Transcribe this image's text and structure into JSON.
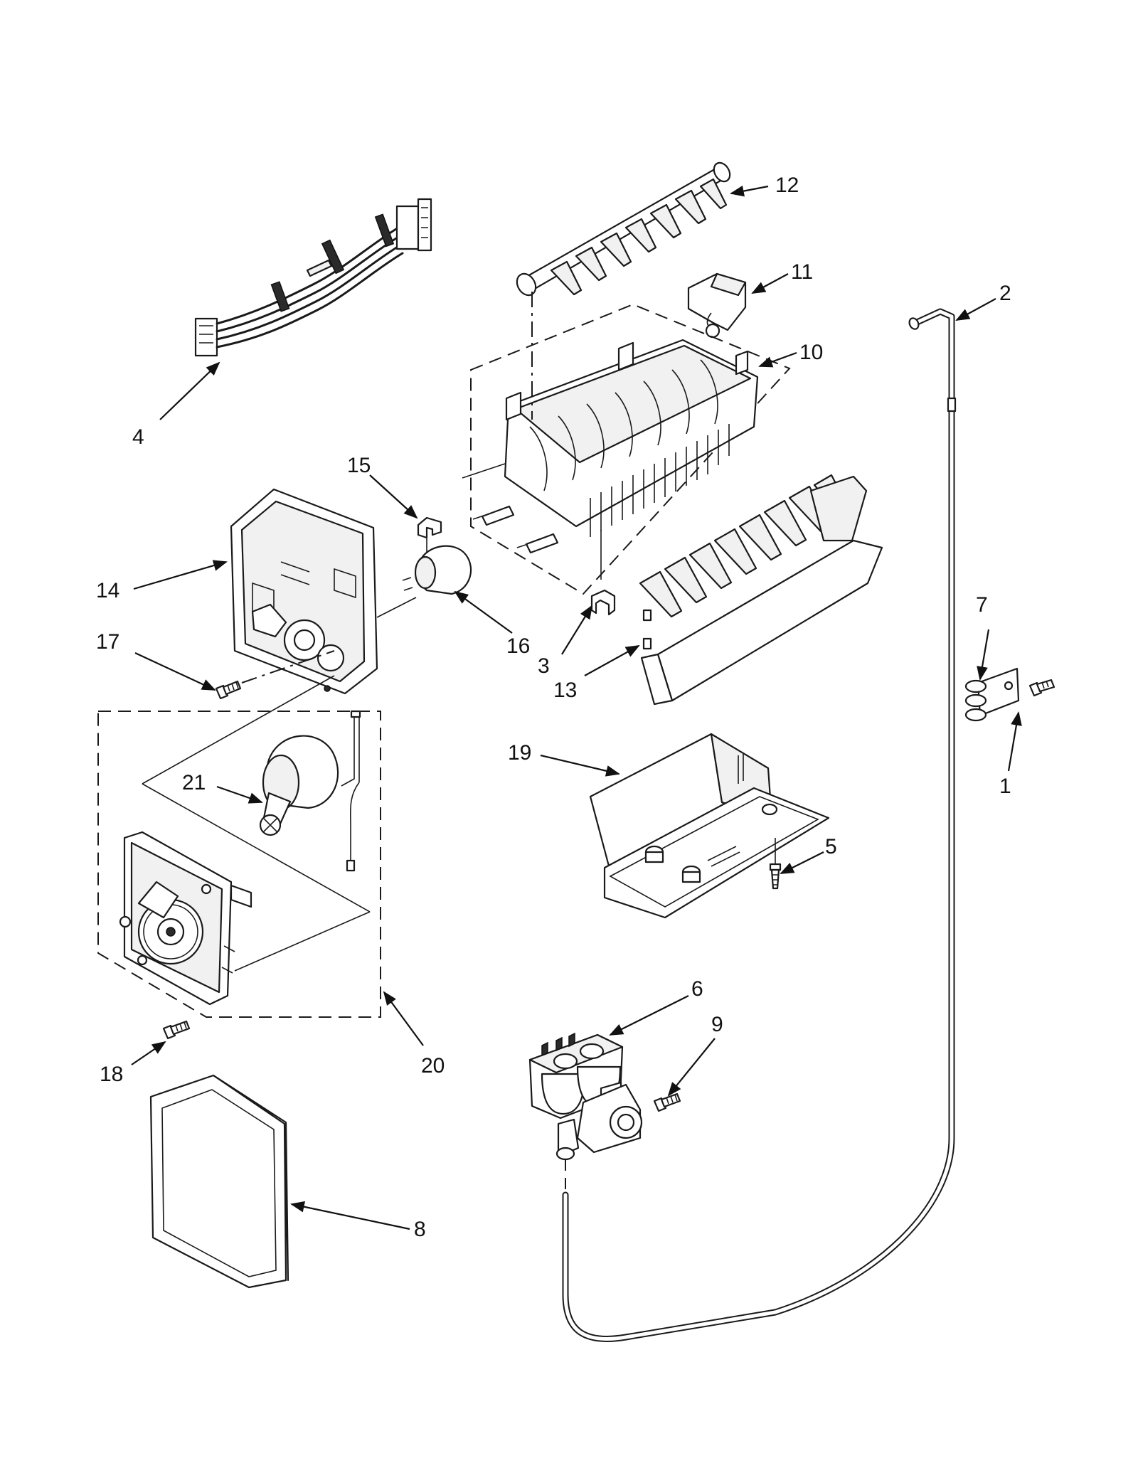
{
  "diagram": {
    "background": "#ffffff",
    "line_color": "#1a1a1a",
    "callouts": [
      "1",
      "2",
      "3",
      "4",
      "5",
      "6",
      "7",
      "8",
      "9",
      "10",
      "11",
      "12",
      "13",
      "14",
      "15",
      "16",
      "17",
      "18",
      "19",
      "20",
      "21"
    ]
  }
}
